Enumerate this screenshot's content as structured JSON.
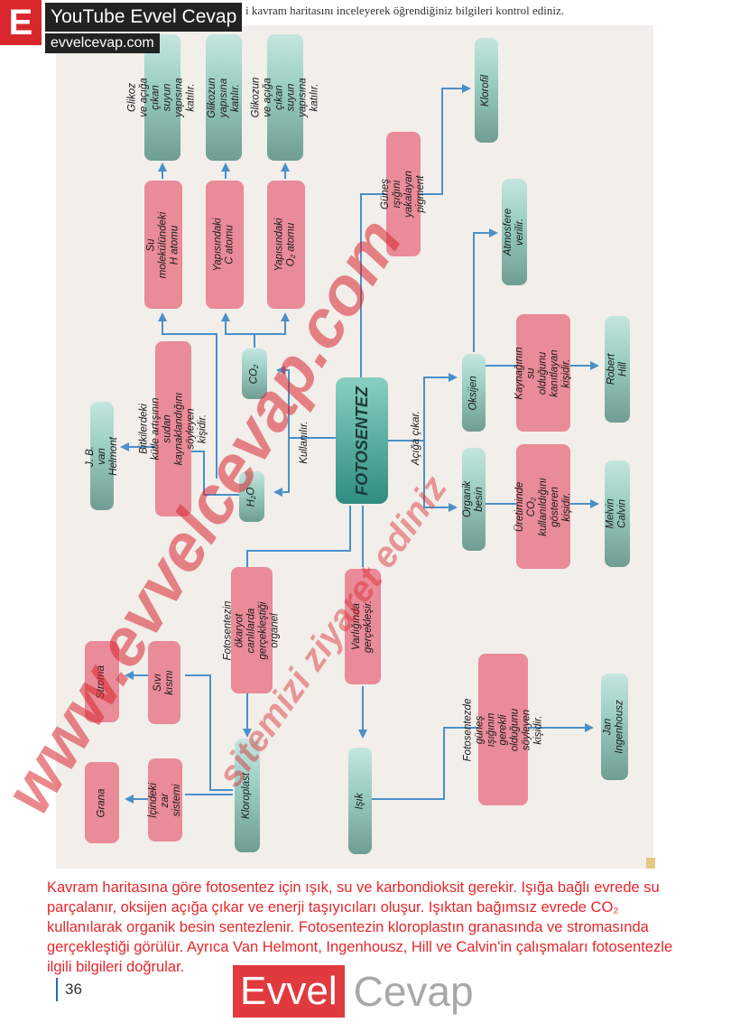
{
  "header": {
    "instruction": "i kavram haritasını inceleyerek öğrendiğiniz bilgileri kontrol ediniz."
  },
  "youtube_badge": {
    "letter": "E",
    "title": "YouTube Evvel Cevap",
    "site": "evvelcevap.com"
  },
  "concept_map": {
    "center": "FOTOSENTEZ",
    "links": {
      "uses": "Kullanılır.",
      "releases": "Açığa çıkar.",
      "occurs_presence": "Varlığında gerçekleşir.",
      "occurs_organel": "Fotosentezin ökaryot\ncanlılarda gerçekleştiği\norganel"
    },
    "nodes": {
      "h_atom_note": "Glikoz ve açığa çıkan\nsuyun yapısına katılır.",
      "c_atom_note": "Glikozun\nyapısına katılır.",
      "o_atom_note": "Glikozun ve açığa çıkan\nsuyun yapısına katılır.",
      "h_atom": "Su molekülündeki\nH atomu",
      "c_atom": "Yapısındaki C atomu",
      "o_atom": "Yapısındaki O₂ atomu",
      "co2": "CO₂",
      "h2o": "H₂O",
      "helmont_desc": "Bitkilerdeki kütle artışının sudan\nkaynaklandığını söyleyen kişidir.",
      "helmont": "J. B. van Helmont",
      "pigment": "Güneş ışığını\nyakalayan pigment",
      "klorofil": "Klorofil",
      "atmosfer": "Atmosfere verilir.",
      "oksijen": "Oksijen",
      "hill_desc": "Kaynağının su\nolduğunu\nkanıtlayan kişidir.",
      "hill": "Robert Hill",
      "organik": "Organik besin",
      "calvin_desc": "Üretiminde CO₂\nkullanıldığını\ngösteren kişidir.",
      "calvin": "Melvin Calvin",
      "isik": "Işık",
      "ingenhousz_desc": "Fotosentezde güneş\nışığının gerekli olduğunu\nsöyleyen kişidir.",
      "ingenhousz": "Jan Ingenhousz",
      "kloroplast": "Kloroplast",
      "sivi": "Sıvı kısmı",
      "stroma": "Stroma",
      "zar": "İçindeki\nzar sistemi",
      "grana": "Grana"
    }
  },
  "answer_text": "Kavram haritasına göre fotosentez için ışık, su ve karbondioksit gerekir. Işığa bağlı evrede su parçalanır, oksijen açığa çıkar ve enerji taşıyıcıları oluşur. Işıktan bağımsız evrede CO₂ kullanılarak organik besin sentezlenir. Fotosentezin kloroplastın granasında ve stromasında gerçekleştiği görülür. Ayrıca Van Helmont, Ingenhousz, Hill ve Calvin'in çalışmaları fotosentezle ilgili bilgileri doğrular.",
  "page_number": "36",
  "watermarks": {
    "main": "www.evvelcevap.com",
    "secondary": "sitemizi ziyaret ediniz",
    "logo_left": "Evvel",
    "logo_right": "Cevap"
  },
  "colors": {
    "pink_box": "#e98b98",
    "teal_box": "#6f9d92",
    "arrow": "#4a90c9",
    "answer_text": "#e8262b"
  }
}
